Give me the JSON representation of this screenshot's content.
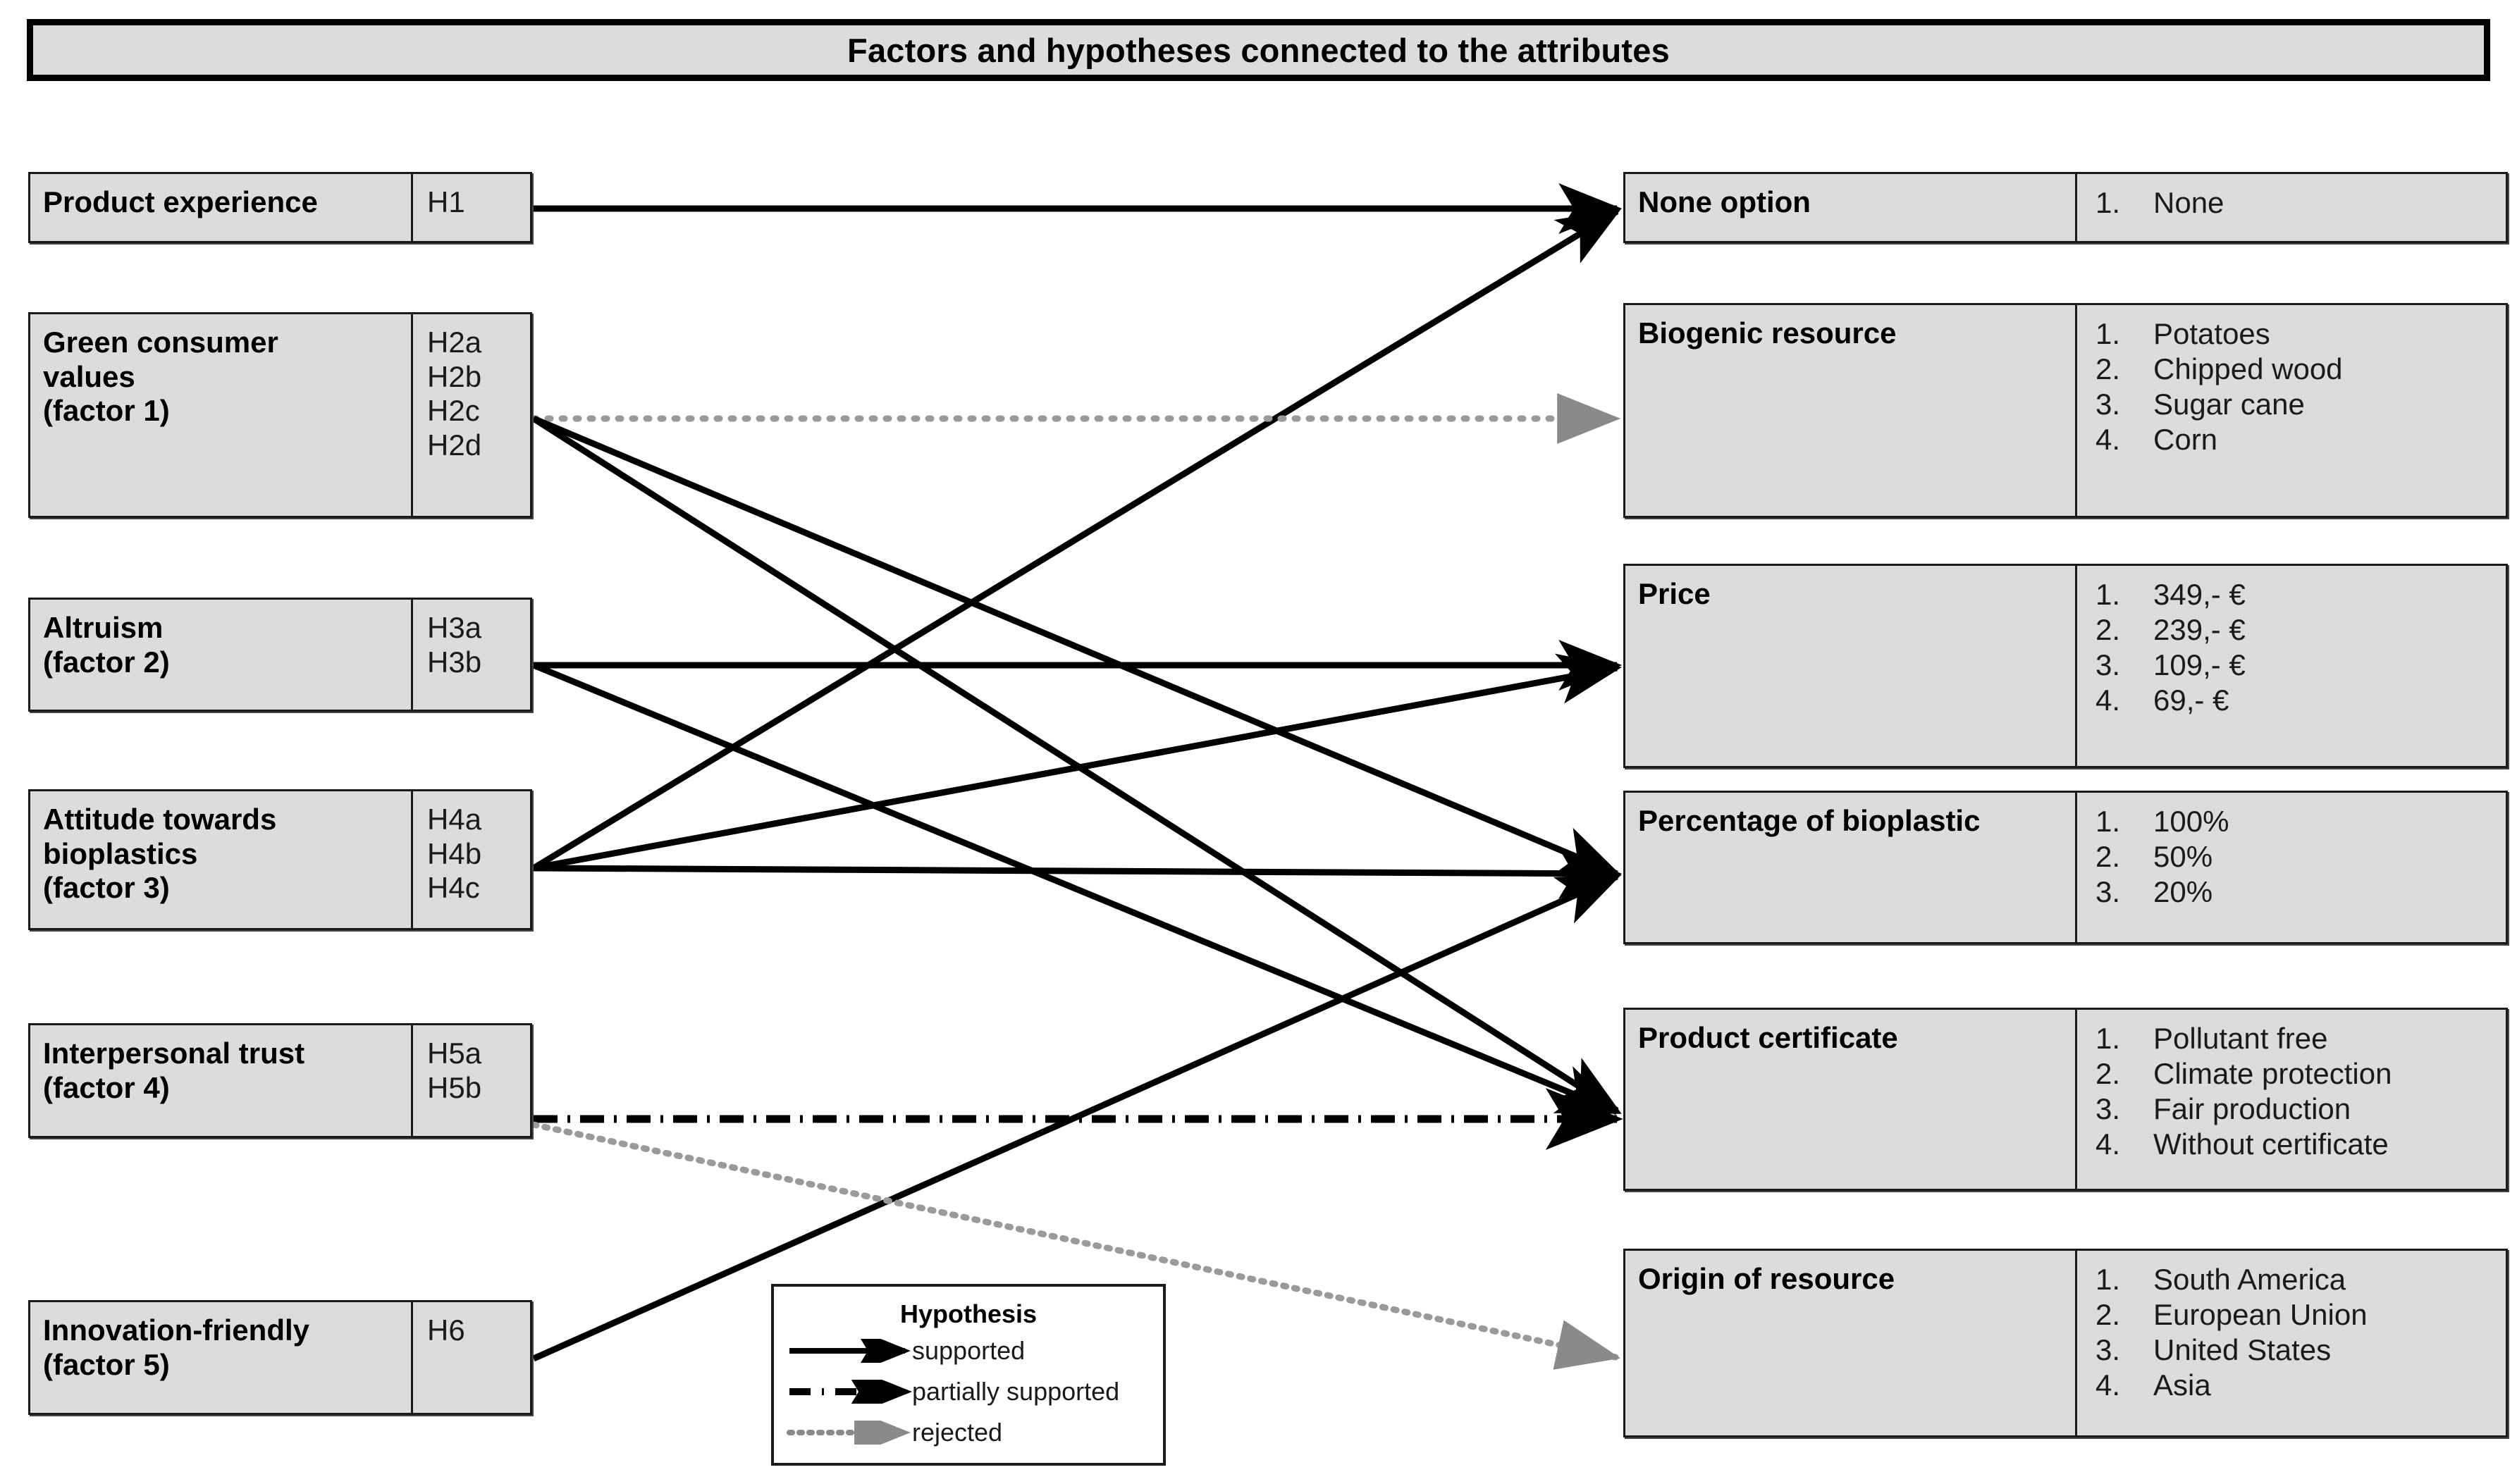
{
  "title": "Factors and hypotheses connected to the attributes",
  "left_column": [
    {
      "label": "Product experience",
      "hypotheses": [
        "H1"
      ]
    },
    {
      "label": "Green consumer\nvalues\n(factor 1)",
      "hypotheses": [
        "H2a",
        "H2b",
        "H2c",
        "H2d"
      ]
    },
    {
      "label": "Altruism\n(factor 2)",
      "hypotheses": [
        "H3a",
        "H3b"
      ]
    },
    {
      "label": "Attitude towards\nbioplastics\n(factor 3)",
      "hypotheses": [
        "H4a",
        "H4b",
        "H4c"
      ]
    },
    {
      "label": "Interpersonal trust\n(factor 4)",
      "hypotheses": [
        "H5a",
        "H5b"
      ]
    },
    {
      "label": "Innovation-friendly\n(factor 5)",
      "hypotheses": [
        "H6"
      ]
    }
  ],
  "right_column": [
    {
      "label": "None option",
      "options": [
        {
          "num": "1.",
          "text": "None"
        }
      ]
    },
    {
      "label": "Biogenic resource",
      "options": [
        {
          "num": "1.",
          "text": "Potatoes"
        },
        {
          "num": "2.",
          "text": "Chipped wood"
        },
        {
          "num": "3.",
          "text": "Sugar cane"
        },
        {
          "num": "4.",
          "text": "Corn"
        }
      ]
    },
    {
      "label": "Price",
      "options": [
        {
          "num": "1.",
          "text": "349,- €"
        },
        {
          "num": "2.",
          "text": "239,- €"
        },
        {
          "num": "3.",
          "text": "109,- €"
        },
        {
          "num": "4.",
          "text": "69,- €"
        }
      ]
    },
    {
      "label": "Percentage of bioplastic",
      "options": [
        {
          "num": "1.",
          "text": "100%"
        },
        {
          "num": "2.",
          "text": "50%"
        },
        {
          "num": "3.",
          "text": "20%"
        }
      ]
    },
    {
      "label": "Product certificate",
      "options": [
        {
          "num": "1.",
          "text": "Pollutant free"
        },
        {
          "num": "2.",
          "text": "Climate protection"
        },
        {
          "num": "3.",
          "text": "Fair production"
        },
        {
          "num": "4.",
          "text": "Without certificate"
        }
      ]
    },
    {
      "label": "Origin of resource",
      "options": [
        {
          "num": "1.",
          "text": "South America"
        },
        {
          "num": "2.",
          "text": "European Union"
        },
        {
          "num": "3.",
          "text": "United States"
        },
        {
          "num": "4.",
          "text": "Asia"
        }
      ]
    }
  ],
  "legend": {
    "title": "Hypothesis",
    "entries": [
      {
        "style": "solid",
        "label": "supported"
      },
      {
        "style": "dashdot",
        "label": "partially supported"
      },
      {
        "style": "dotted",
        "label": "rejected"
      }
    ]
  },
  "connections": [
    {
      "from": "Product experience / H1",
      "to": "None option",
      "style": "supported"
    },
    {
      "from": "Green consumer values / H2a",
      "to": "None option",
      "style": "supported"
    },
    {
      "from": "Green consumer values / H2b",
      "to": "Biogenic resource",
      "style": "rejected"
    },
    {
      "from": "Green consumer values / H2c",
      "to": "Percentage of bioplastic",
      "style": "supported"
    },
    {
      "from": "Green consumer values / H2d",
      "to": "Product certificate",
      "style": "supported"
    },
    {
      "from": "Altruism / H3a",
      "to": "Price",
      "style": "supported"
    },
    {
      "from": "Altruism / H3b",
      "to": "Product certificate",
      "style": "supported"
    },
    {
      "from": "Attitude towards bioplastics / H4a",
      "to": "None option",
      "style": "supported"
    },
    {
      "from": "Attitude towards bioplastics / H4b",
      "to": "Percentage of bioplastic",
      "style": "supported"
    },
    {
      "from": "Attitude towards bioplastics / H4c",
      "to": "Price",
      "style": "supported"
    },
    {
      "from": "Interpersonal trust / H5a",
      "to": "Product certificate",
      "style": "partially supported"
    },
    {
      "from": "Interpersonal trust / H5b",
      "to": "Origin of resource",
      "style": "rejected"
    },
    {
      "from": "Innovation-friendly / H6",
      "to": "Percentage of bioplastic",
      "style": "supported"
    }
  ],
  "colors": {
    "box_fill": "#dcdcdc",
    "line_solid": "#000000",
    "line_rejected": "#808080",
    "border": "#1a1a1a"
  }
}
